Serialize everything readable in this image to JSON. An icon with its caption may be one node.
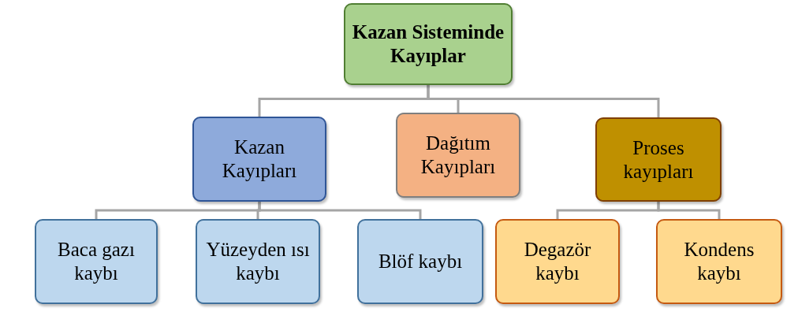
{
  "diagram": {
    "nodes": [
      {
        "text": [
          "Kazan Sisteminde Kayıplar"
        ]
      },
      {
        "text": [
          "Kazan Kayıpları"
        ]
      },
      {
        "text": [
          "Dağıtım Kayıpları"
        ]
      },
      {
        "text": [
          "Proses kayıpları"
        ]
      },
      {
        "text": [
          "Baca gazı kaybı"
        ]
      },
      {
        "text": [
          "Yüzeyden ısı kaybı"
        ]
      },
      {
        "text": [
          "Blöf kaybı"
        ]
      },
      {
        "text": [
          "Degazör kaybı"
        ]
      },
      {
        "text": [
          "Kondens kaybı"
        ]
      }
    ],
    "edges": [
      {
        "from": 0,
        "to": 1,
        "arrow": "none"
      },
      {
        "from": 0,
        "to": 2,
        "arrow": "none"
      },
      {
        "from": 0,
        "to": 3,
        "arrow": "none"
      },
      {
        "from": 1,
        "to": 4,
        "arrow": "none"
      },
      {
        "from": 1,
        "to": 5,
        "arrow": "none"
      },
      {
        "from": 1,
        "to": 6,
        "arrow": "none"
      },
      {
        "from": 3,
        "to": 7,
        "arrow": "none"
      },
      {
        "from": 3,
        "to": 8,
        "arrow": "none"
      }
    ]
  }
}
